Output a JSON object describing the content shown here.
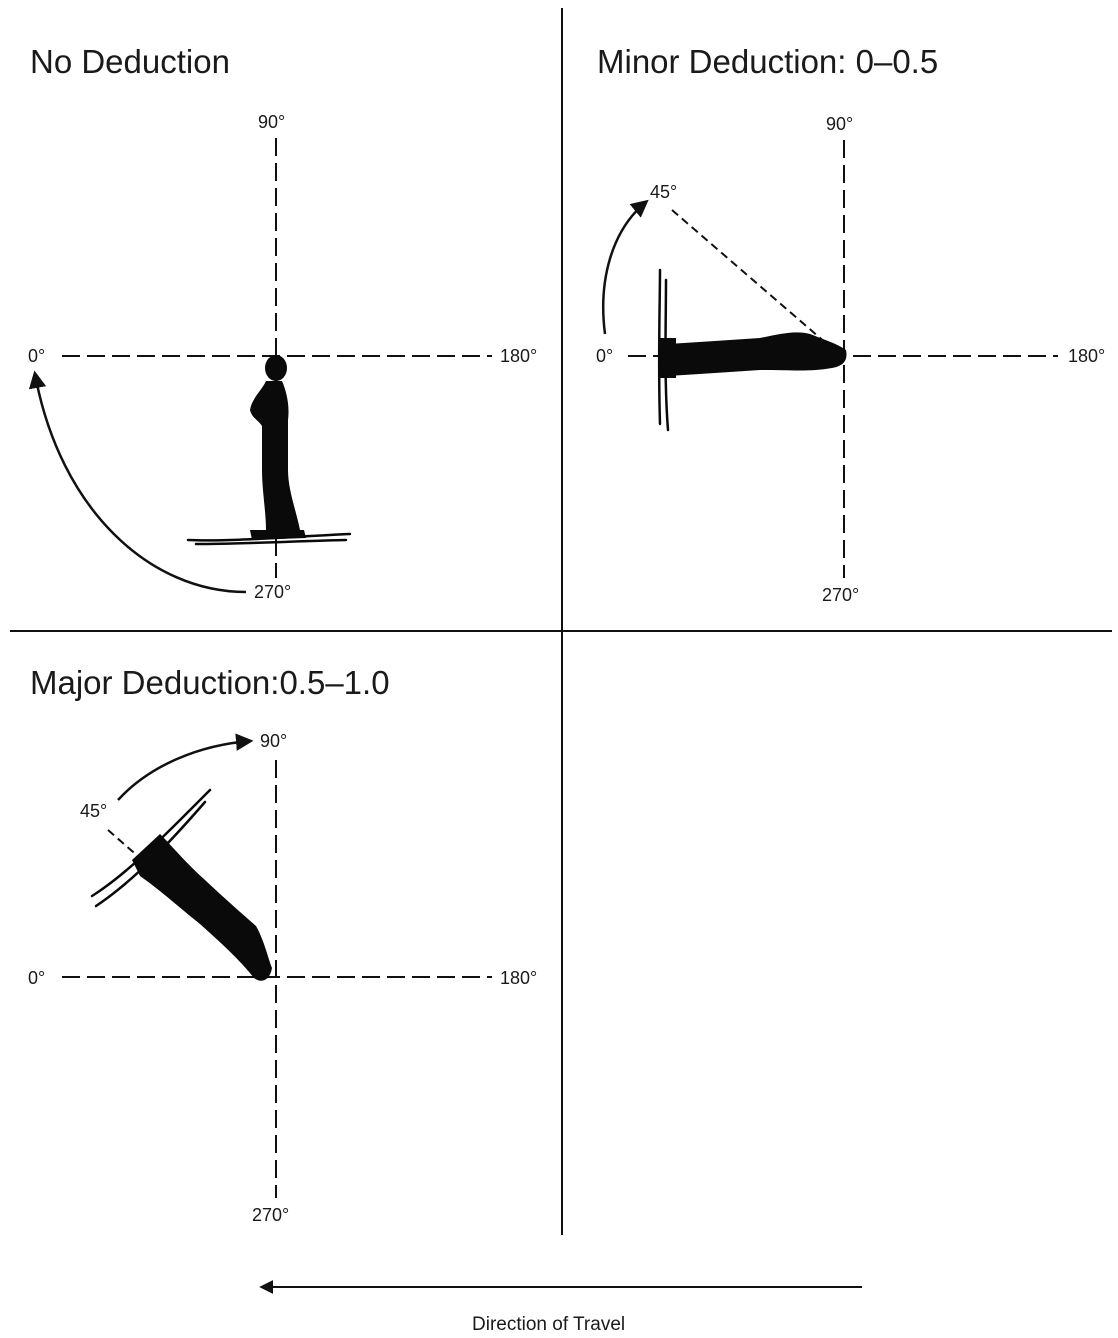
{
  "panels": [
    {
      "title": "No Deduction",
      "labels": {
        "left": "0°",
        "top": "90°",
        "right": "180°",
        "bottom": "270°"
      }
    },
    {
      "title": "Minor Deduction: 0–0.5",
      "labels": {
        "left": "0°",
        "top": "90°",
        "right": "180°",
        "bottom": "270°",
        "angle": "45°"
      }
    },
    {
      "title": "Major Deduction:0.5–1.0",
      "labels": {
        "left": "0°",
        "top": "90°",
        "right": "180°",
        "bottom": "270°",
        "angle": "45°"
      }
    }
  ],
  "caption": "Direction of Travel"
}
